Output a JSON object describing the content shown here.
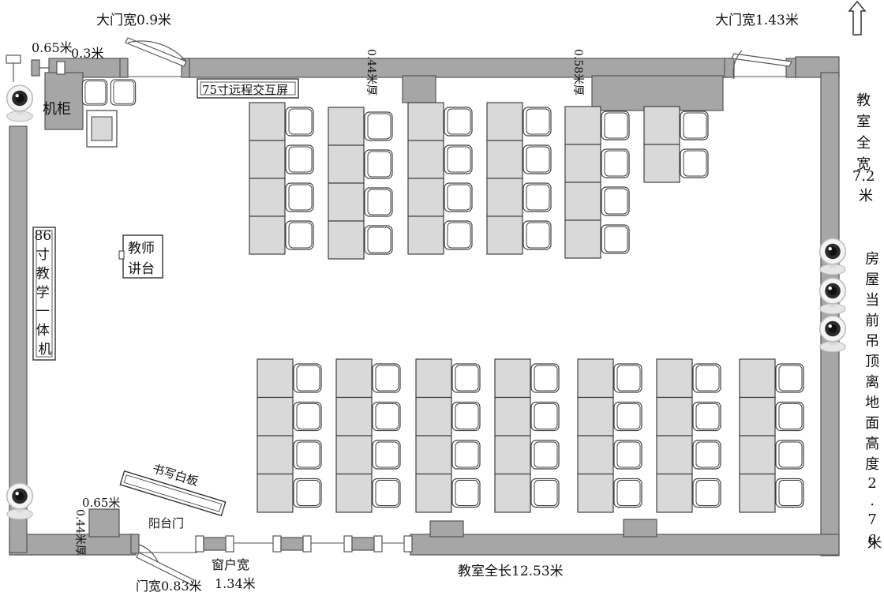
{
  "labels": {
    "main_door_left": "大门宽0.9米",
    "main_door_right": "大门宽1.43米",
    "dim_065_top": "0.65米",
    "dim_03": "0.3米",
    "cabinet": "机柜",
    "screen_75": "75寸远程交互屏",
    "thick_044_top": "0.44米厚",
    "thick_058": "0.58米厚",
    "width_lines": [
      "教",
      "室",
      "全",
      "宽",
      "7.2",
      "米"
    ],
    "height_lines": [
      "房",
      "屋",
      "当",
      "前",
      "吊",
      "顶",
      "离",
      "地",
      "面",
      "高",
      "度",
      "2",
      ".",
      "7",
      "6",
      "米"
    ],
    "podium_lines": [
      "教师",
      "讲台"
    ],
    "smart_board_lines": [
      "86",
      "寸",
      "教",
      "学",
      "一",
      "体",
      "机"
    ],
    "whiteboard": "书写白板",
    "balcony_door": "阳台门",
    "dim_065_bottom": "0.65米",
    "thick_044_bottom": "0.44米厚",
    "door_083": "门宽0.83米",
    "window_line1": "窗户宽",
    "window_line2": "1.34米",
    "length": "教室全长12.53米"
  },
  "icons": {
    "north_arrow": "north-arrow-icon",
    "camera": "camera-icon",
    "chair": "chair-icon",
    "desk": "desk-icon"
  },
  "colors": {
    "wall": "#a6a6a6",
    "desk": "#d9d9d9",
    "outline": "#404040"
  },
  "seating": {
    "front_block_rows_per_group": [
      4,
      4,
      4,
      4,
      4,
      2
    ],
    "back_block_groups": 7,
    "back_block_rows_per_group": 4
  }
}
